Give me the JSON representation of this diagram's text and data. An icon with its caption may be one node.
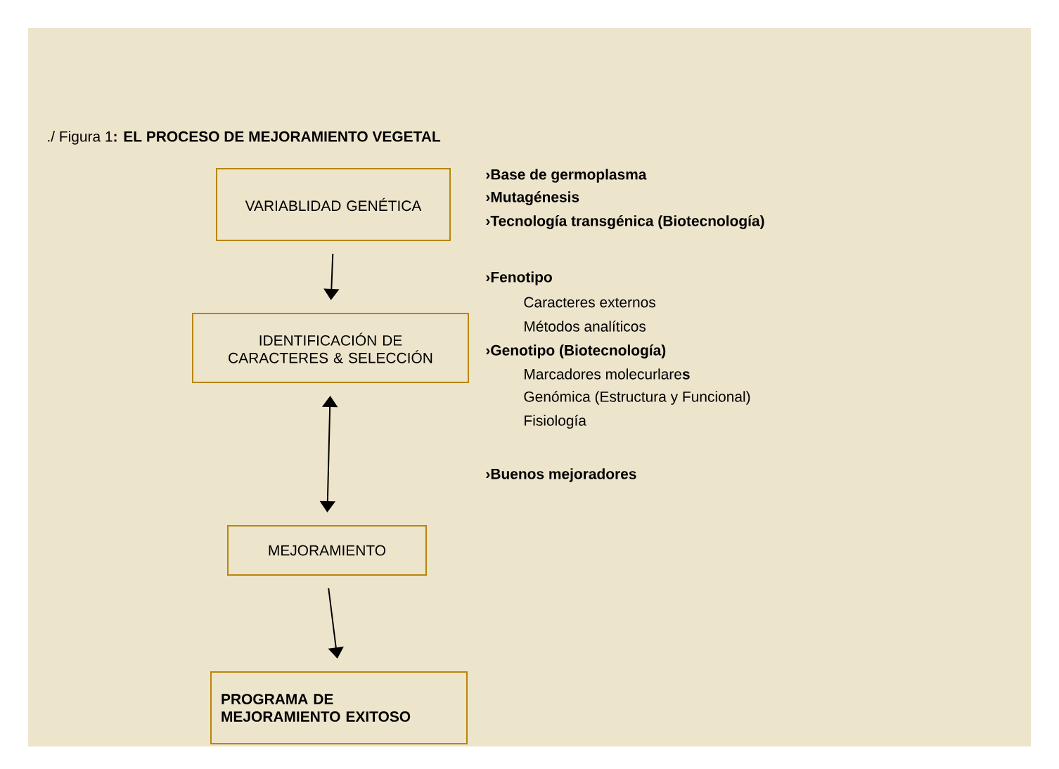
{
  "diagram": {
    "title": "./ Figura 1**: EL PROCESO DE MEJORAMIENTO VEGETAL**",
    "nodes": [
      {
        "text": [
          "VARIABLIDAD GENÉTICA"
        ]
      },
      {
        "text": [
          "IDENTIFICACIÓN DE CARACTERES & SELECCIÓN"
        ]
      },
      {
        "text": [
          "MEJORAMIENTO"
        ]
      },
      {
        "text": [
          "PROGRAMA DE MEJORAMIENTO EXITOSO"
        ]
      }
    ],
    "edges": [
      {
        "from": 0,
        "to": 1,
        "arrow": "to"
      },
      {
        "from": 1,
        "to": 2,
        "arrow": "both"
      },
      {
        "from": 2,
        "to": 3,
        "arrow": "to"
      }
    ],
    "labels": [
      "›Base de germoplasma",
      "›Mutagénesis",
      "›Tecnología transgénica (Biotecnología)",
      "›Fenotipo",
      "Caracteres externos",
      "Métodos analíticos",
      "›Genotipo (Biotecnología)",
      "Marcadores molecurlare**s**",
      "Genómica (Estructura y Funcional)",
      "Fisiología",
      "›Buenos mejoradores"
    ]
  }
}
